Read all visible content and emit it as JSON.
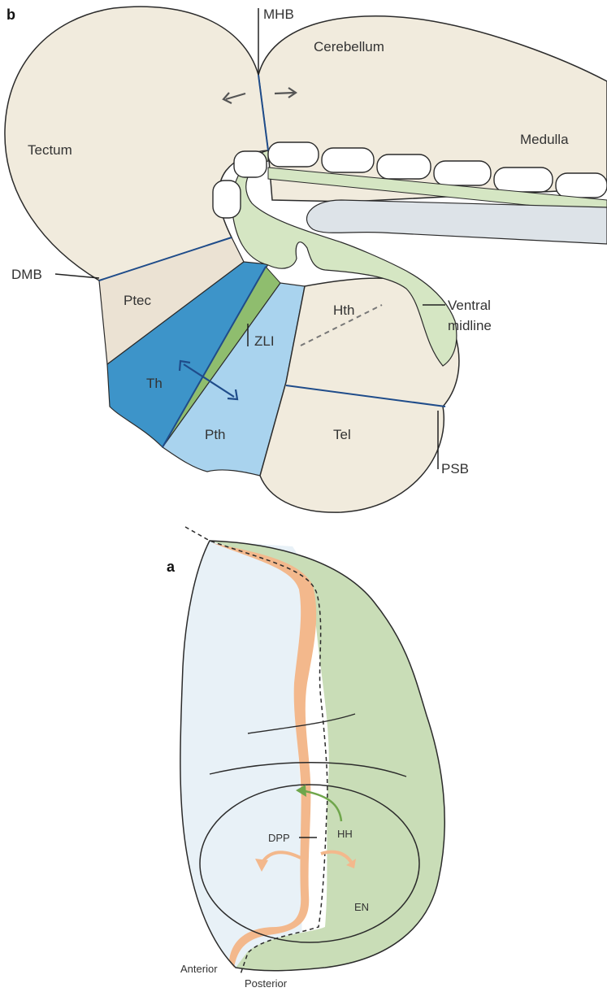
{
  "panel_b": {
    "letter": "b",
    "labels": {
      "mhb": "MHB",
      "cerebellum": "Cerebellum",
      "tectum": "Tectum",
      "medulla": "Medulla",
      "dmb": "DMB",
      "ptec": "Ptec",
      "hth": "Hth",
      "ventral_1": "Ventral",
      "ventral_2": "midline",
      "zli": "ZLI",
      "th": "Th",
      "pth": "Pth",
      "tel": "Tel",
      "psb": "PSB"
    }
  },
  "panel_a": {
    "letter": "a",
    "labels": {
      "dpp": "DPP",
      "hh": "HH",
      "en": "EN",
      "anterior": "Anterior",
      "posterior": "Posterior"
    }
  },
  "colors": {
    "tissue": "#f1ebdd",
    "midline_green": "#d5e6c3",
    "zli_green": "#8fbd6e",
    "thalamus_blue": "#3d94c9",
    "prethalamus_blue": "#a9d3ee",
    "boundary_blue": "#1f4c8a",
    "disc_anterior": "#e8f1f7",
    "disc_posterior": "#c9ddb7",
    "dpp_orange": "#f3b88c"
  }
}
